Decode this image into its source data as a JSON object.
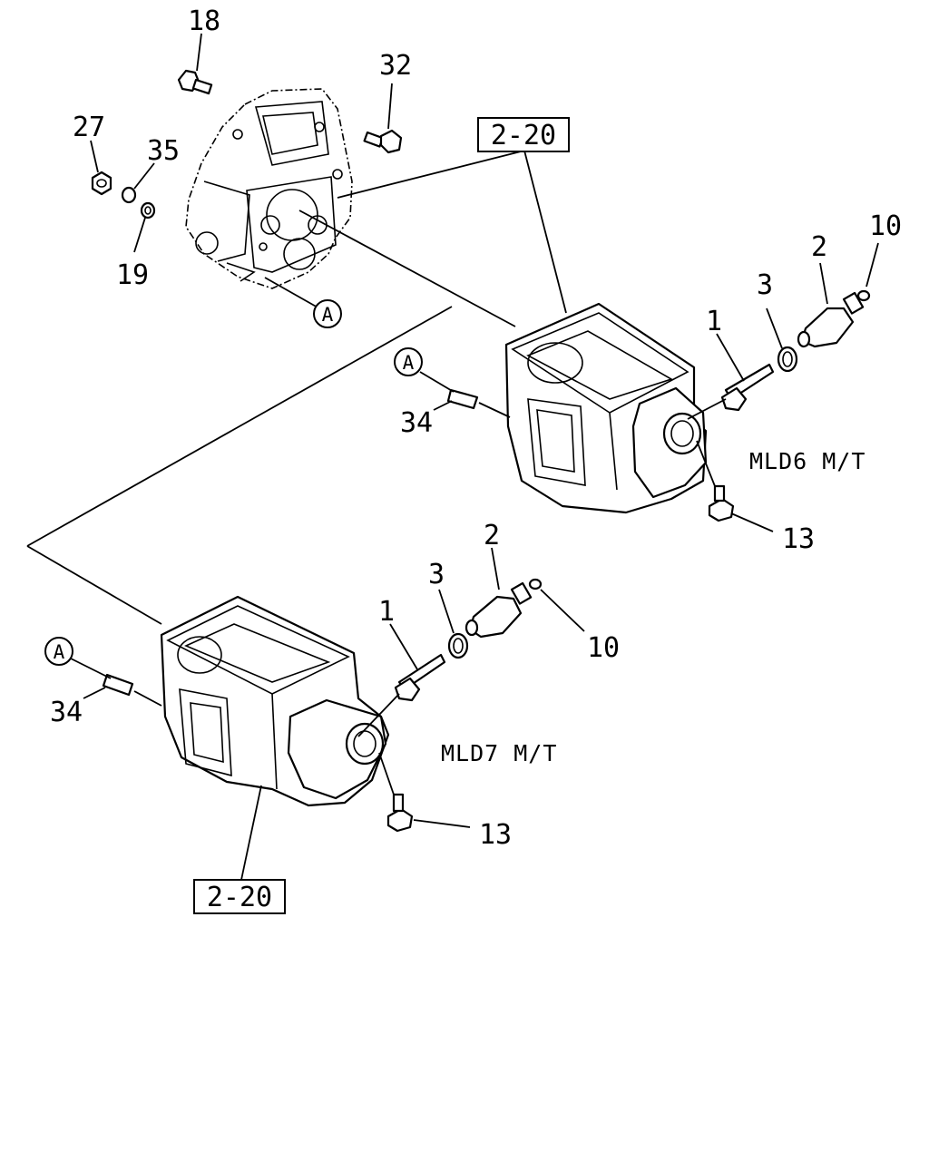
{
  "callouts": {
    "p18": "18",
    "p32": "32",
    "p27": "27",
    "p35": "35",
    "p19": "19",
    "p2_top": "2",
    "p10_top": "10",
    "p3_top": "3",
    "p1_top": "1",
    "p34_top": "34",
    "p13_top": "13",
    "p1_bot": "1",
    "p3_bot": "3",
    "p2_bot": "2",
    "p10_bot": "10",
    "p34_bot": "34",
    "p13_bot": "13"
  },
  "references": {
    "ref_top": "2-20",
    "ref_bot": "2-20"
  },
  "markers": {
    "a_housing": "A",
    "a_top": "A",
    "a_bot": "A"
  },
  "models": {
    "mld6": "MLD6 M/T",
    "mld7": "MLD7 M/T"
  }
}
